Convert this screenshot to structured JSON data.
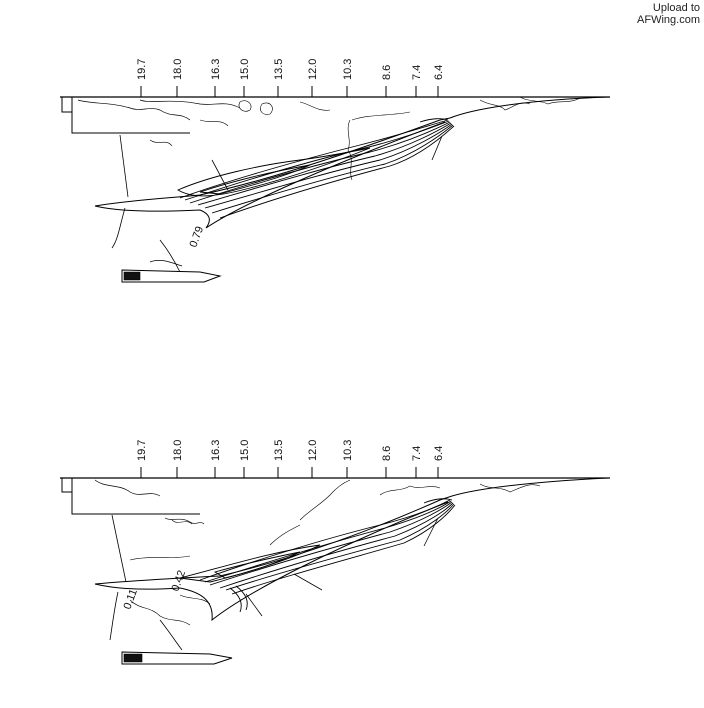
{
  "watermark": {
    "line1": "Upload to",
    "line2": "AFWing.com"
  },
  "panels": [
    {
      "station_labels": [
        "19.7",
        "18.0",
        "16.3",
        "15.0",
        "13.5",
        "12.0",
        "10.3",
        "8.6",
        "7.4",
        "6.4"
      ],
      "contour_labels": [
        "0.79"
      ]
    },
    {
      "station_labels": [
        "19.7",
        "18.0",
        "16.3",
        "15.0",
        "13.5",
        "12.0",
        "10.3",
        "8.6",
        "7.4",
        "6.4"
      ],
      "contour_labels": [
        "0.11",
        "0.42"
      ]
    }
  ]
}
